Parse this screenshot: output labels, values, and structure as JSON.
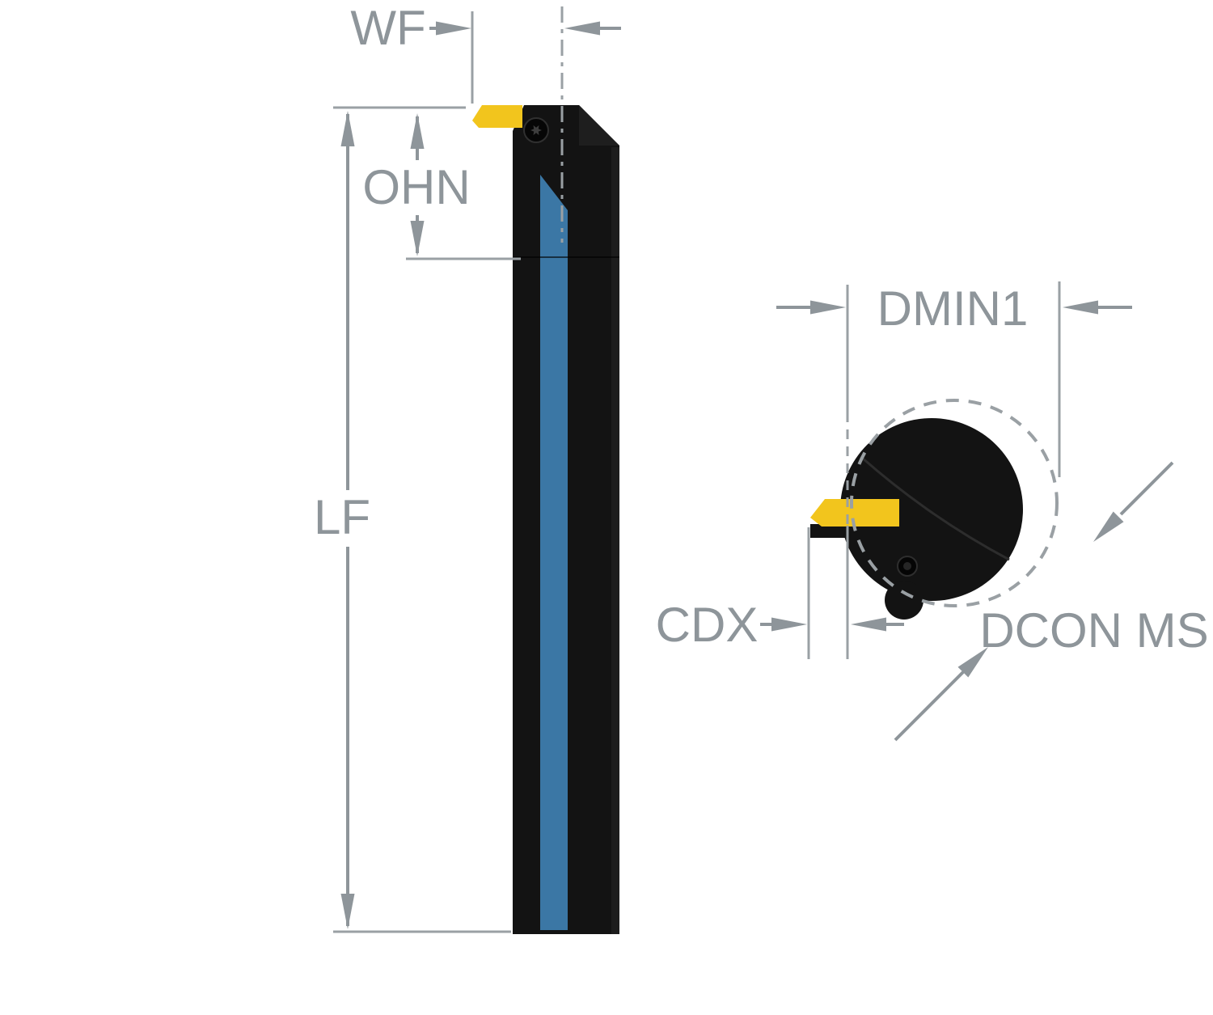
{
  "diagram": {
    "title": "Internal grooving boring bar dimension drawing",
    "labels": {
      "wf": "WF",
      "ohn": "OHN",
      "lf": "LF",
      "dmin1": "DMIN1",
      "cdx": "CDX",
      "dcon_ms": "DCON MS"
    },
    "colors": {
      "tool_body": "#131313",
      "tool_facet": "#1e1e1e",
      "insert": "#f2c51d",
      "shank_stripe": "#3b77a5",
      "dimension": "#8e959a",
      "background": "#ffffff"
    },
    "views": {
      "side_view": "tool side view with LF / OHN / WF dimensions",
      "end_view": "tool end view with DMIN1 / CDX / DCON MS dimensions"
    }
  }
}
